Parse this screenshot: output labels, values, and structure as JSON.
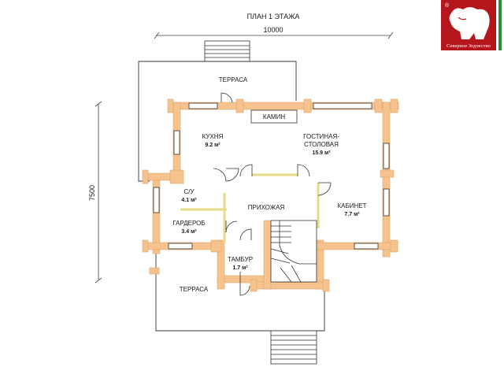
{
  "title": "ПЛАН 1 ЭТАЖА",
  "dimensions": {
    "width": "10000",
    "depth": "7500"
  },
  "rooms": {
    "terrace_top": {
      "name": "ТЕРРАСА"
    },
    "kitchen": {
      "name": "КУХНЯ",
      "area": "9.2 м²"
    },
    "fireplace": {
      "name": "КАМИН"
    },
    "living": {
      "name_line1": "ГОСТИНАЯ-",
      "name_line2": "СТОЛОВАЯ",
      "area": "15.9 м²"
    },
    "wc": {
      "name": "С/У",
      "area": "4.1 м²"
    },
    "hall": {
      "name": "ПРИХОЖАЯ"
    },
    "office": {
      "name": "КАБИНЕТ",
      "area": "7.7 м²"
    },
    "wardrobe": {
      "name": "ГАРДЕРОБ",
      "area": "3.4 м²"
    },
    "vestibule": {
      "name": "ТАМБУР",
      "area": "1.7 м²"
    },
    "terrace_bottom": {
      "name": "ТЕРРАСА"
    }
  },
  "logo": {
    "brand": "Северное Зодчество",
    "registered": "®"
  },
  "colors": {
    "wall": "#f6c28d",
    "wall_stroke": "#d9a56e",
    "partition": "#e6dc86",
    "line": "#333333",
    "logo_bg": "#b5161c"
  }
}
